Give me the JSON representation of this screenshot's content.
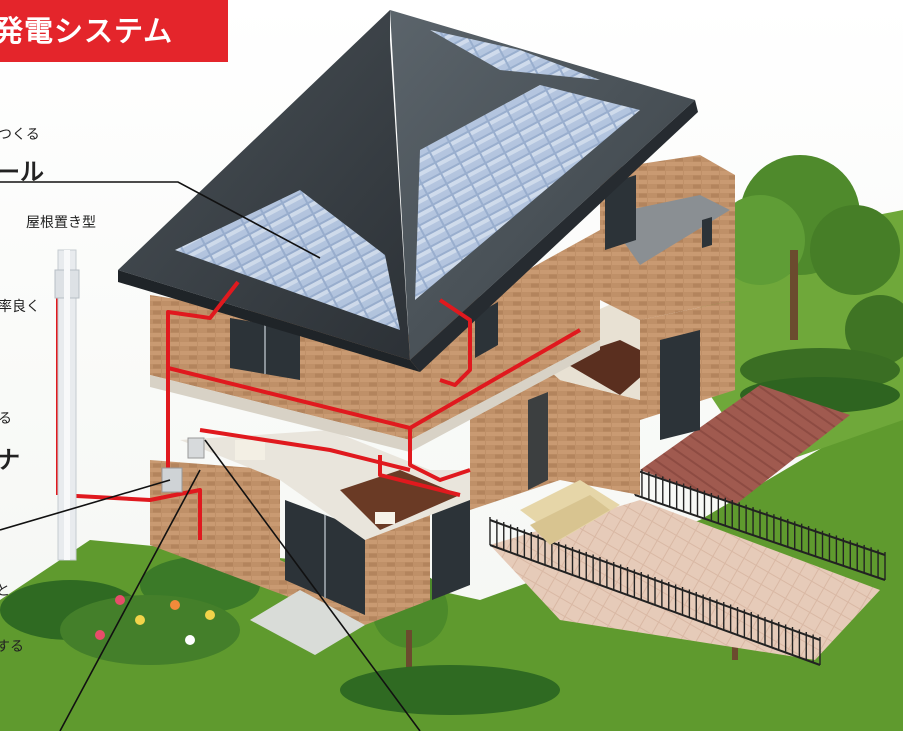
{
  "banner": {
    "title": "発電システム"
  },
  "labels": {
    "l1": "つくる",
    "l2": "ール",
    "l3": "屋根置き型",
    "l4": "率良く",
    "l5": "る",
    "l6": "ナ",
    "l7": "と",
    "l8": "する"
  },
  "colors": {
    "banner": "#e4252b",
    "wiring": "#e0191e",
    "roof": "#3d444a",
    "solar_panel": "#8fa6c8",
    "brick": "#b98a63",
    "lawn": "#5f9a2e",
    "deck": "#a35a50"
  }
}
